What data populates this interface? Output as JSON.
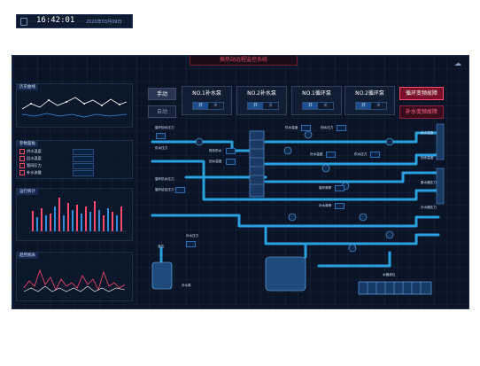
{
  "app": {
    "title": "换热站远程监控系统"
  },
  "header": {
    "time": "16:42:01",
    "date": "2020年03月09日",
    "weather_icon": "cloud-icon"
  },
  "left": {
    "panel1_title": "历史曲线",
    "panel2_title": "参数面板",
    "metrics": [
      "供水温度",
      "回水温度",
      "管网压力",
      "补水流量"
    ],
    "panel3_title": "运行统计",
    "panel4_title": "趋势图表"
  },
  "controls": {
    "modes": [
      "手动",
      "自动"
    ],
    "pumps": [
      {
        "name": "NO.1补水泵",
        "on": "开",
        "off": "关"
      },
      {
        "name": "NO.2补水泵",
        "on": "开",
        "off": "关"
      },
      {
        "name": "NO.1循环泵",
        "on": "开",
        "off": "关"
      },
      {
        "name": "NO.2循环泵",
        "on": "开",
        "off": "关"
      }
    ],
    "faults": [
      "循环变频故障",
      "补水变频故障"
    ]
  },
  "diagram_labels": {
    "l1": "循环回水压力",
    "l2": "供水压力",
    "l3": "换热供水",
    "l4": "回水温度",
    "l5": "供水温度",
    "l6": "回水压力",
    "l7": "补水温度",
    "l8": "供水压力",
    "l9": "循环供水压力",
    "l10": "循环给定压力",
    "l11": "循环频率",
    "l12": "补水频率",
    "l13": "液位",
    "l14": "补水压力",
    "l15": "补水泵",
    "l16": "水箱液位",
    "l17": "供水温度",
    "l18": "回水温度",
    "l19": "集水器压力",
    "l20": "分水器压力"
  },
  "colors": {
    "accent": "#29a8e6",
    "alert": "#ff4a6c",
    "bg": "#0a1426"
  }
}
